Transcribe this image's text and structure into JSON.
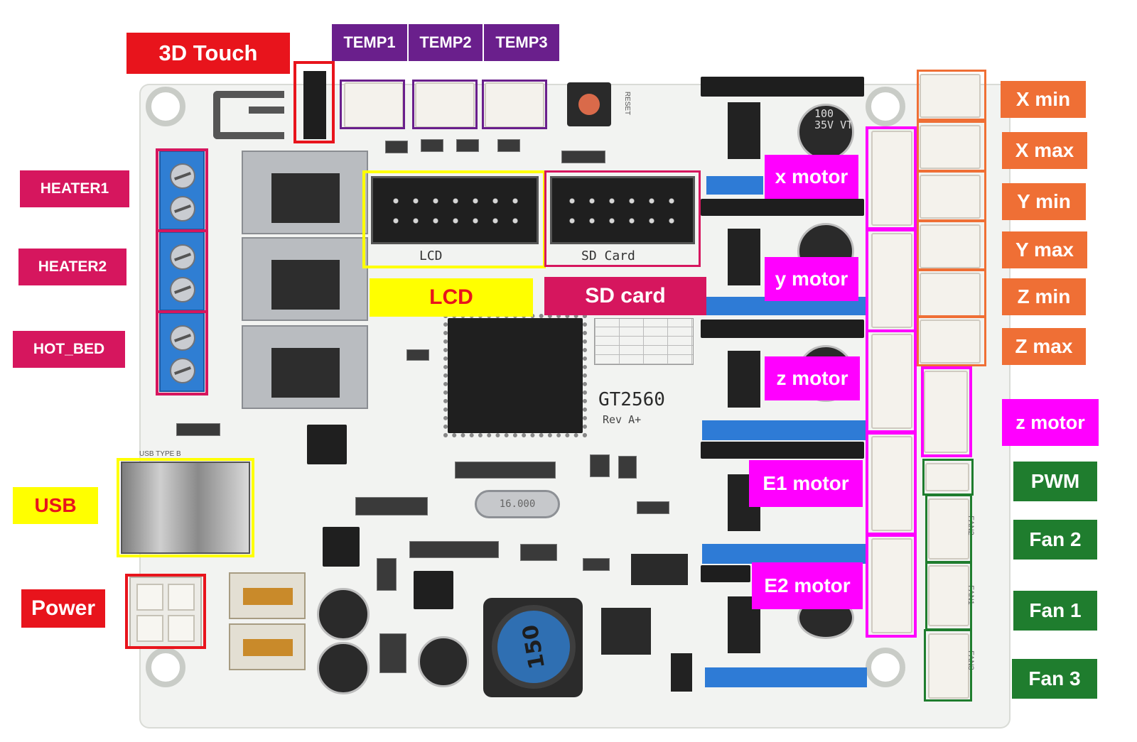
{
  "labels": {
    "touch3d": "3D Touch",
    "temp1": "TEMP1",
    "temp2": "TEMP2",
    "temp3": "TEMP3",
    "heater1": "HEATER1",
    "heater2": "HEATER2",
    "hot_bed": "HOT_BED",
    "usb": "USB",
    "power": "Power",
    "lcd": "LCD",
    "sd_card": "SD card",
    "x_motor": "x motor",
    "y_motor": "y motor",
    "z_motor": "z motor",
    "e1_motor": "E1 motor",
    "e2_motor": "E2 motor",
    "x_min": "X min",
    "x_max": "X max",
    "y_min": "Y min",
    "y_max": "Y max",
    "z_min": "Z min",
    "z_max": "Z max",
    "z_motor_right": "z motor",
    "pwm": "PWM",
    "fan2": "Fan 2",
    "fan1": "Fan 1",
    "fan3": "Fan 3"
  },
  "silkscreen": {
    "board_name": "GT2560",
    "revision": "Rev A+",
    "lcd_header": "LCD",
    "sd_header": "SD Card",
    "inductor": "150",
    "crystal": "16.000",
    "cap_value": "100 35V VT",
    "usb_type": "USB TYPE B",
    "reset": "RESET",
    "fan2": "FAN2",
    "fan1": "FAN1",
    "fan3": "FAN3"
  },
  "colors": {
    "red": "#e8141c",
    "purple": "#6a1f8c",
    "crimson": "#d6165e",
    "yellow": "#ffff00",
    "magenta": "#ff00ff",
    "orange": "#ef6f35",
    "green": "#1f7d2e",
    "pcb": "#f2f3f1"
  }
}
